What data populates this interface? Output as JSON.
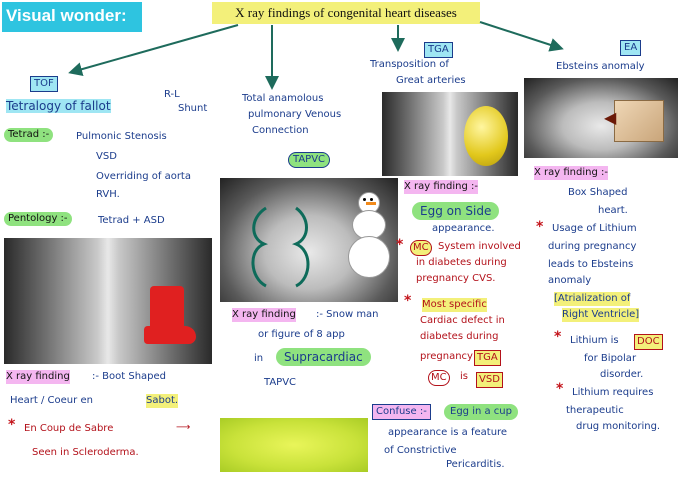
{
  "header": {
    "badge": "Visual wonder:",
    "title": "X ray findings of congenital heart diseases"
  },
  "tof": {
    "abbr": "TOF",
    "name": "Tetralogy of fallot",
    "shunt": "R-L",
    "shunt_label": "Shunt",
    "tetrad_label": "Tetrad :-",
    "tetrad": [
      "Pulmonic Stenosis",
      "VSD",
      "Overriding of aorta",
      "RVH."
    ],
    "pentology_label": "Pentology :-",
    "pentology": "Tetrad + ASD",
    "xray_label": "X ray finding",
    "xray_text": ":- Boot Shaped",
    "heart_label": "Heart / Coeur en",
    "sabot": "Sabot.",
    "coup": "En Coup de Sabre",
    "scleroderma": "Seen in Scleroderma."
  },
  "tapvc": {
    "title_lines": [
      "Total anamolous",
      "pulmonary Venous",
      "Connection"
    ],
    "abbr": "TAPVC",
    "xray_label": "X ray finding",
    "xray_text": ":- Snow man",
    "line2": "or figure of 8 app",
    "line3": "in",
    "supracardiac": "Supracardiac",
    "line4": "TAPVC"
  },
  "tga": {
    "abbr": "TGA",
    "lines": [
      "Transposition of",
      "Great arteries"
    ],
    "xray_label": "X ray finding :-",
    "egg": "Egg on Side",
    "appearance": "appearance.",
    "mc": "MC",
    "mc_text": [
      "System involved",
      "in diabetes during",
      "pregnancy CVS."
    ],
    "specific": [
      "Most specific",
      "Cardiac defect in",
      "diabetes during",
      "pregnancy"
    ],
    "tga_tag": "TGA",
    "mc2": "MC",
    "is": "is",
    "vsd": "VSD"
  },
  "ea": {
    "abbr": "EA",
    "name": "Ebsteins anomaly",
    "xray_label": "X ray finding :-",
    "box": "Box Shaped",
    "heart": "heart.",
    "lithium": [
      "Usage of Lithium",
      "during pregnancy",
      "leads to Ebsteins",
      "anomaly"
    ],
    "atrial": "[Atrialization of",
    "rv": "Right Ventricle]",
    "lith2": "Lithium is",
    "doc": "DOC",
    "bipolar": [
      "for Bipolar",
      "disorder."
    ],
    "lith3": [
      "Lithium requires",
      "therapeutic",
      "drug monitoring."
    ]
  },
  "confuse": {
    "label": "Confuse :-",
    "egg": "Egg in a cup",
    "lines": [
      "appearance is a feature",
      "of Constrictive",
      "Pericarditis."
    ]
  }
}
